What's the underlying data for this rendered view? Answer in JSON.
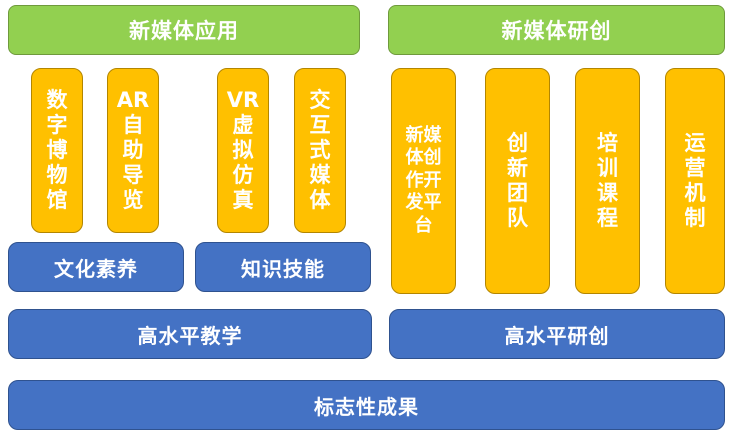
{
  "top": {
    "left_title": "新媒体应用",
    "right_title": "新媒体研创"
  },
  "applications": [
    {
      "label": "数\n字\n博\n物\n馆"
    },
    {
      "label": "AR\n自\n助\n导\n览"
    },
    {
      "label": "VR\n虚\n拟\n仿\n真"
    },
    {
      "label": "交\n互\n式\n媒\n体"
    }
  ],
  "research": [
    {
      "label": "新媒\n体创\n作开\n发平\n台"
    },
    {
      "label": "创\n新\n团\n队"
    },
    {
      "label": "培\n训\n课\n程"
    },
    {
      "label": "运\n营\n机\n制"
    }
  ],
  "skills": {
    "culture": "文化素养",
    "knowledge": "知识技能"
  },
  "levels": {
    "teaching": "高水平教学",
    "research": "高水平研创"
  },
  "bottom": {
    "achievement": "标志性成果"
  },
  "colors": {
    "green": "#92d050",
    "gold": "#ffc000",
    "blue": "#4472c4",
    "text": "#ffffff"
  }
}
